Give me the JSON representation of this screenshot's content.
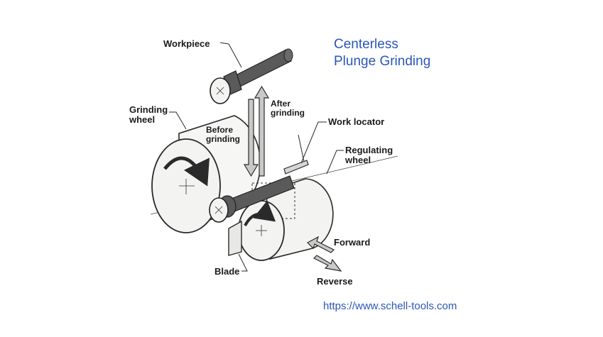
{
  "title_lines": [
    "Centerless",
    "Plunge Grinding"
  ],
  "labels": {
    "workpiece": "Workpiece",
    "grinding_wheel": [
      "Grinding",
      "wheel"
    ],
    "before_grinding": [
      "Before",
      "grinding"
    ],
    "after_grinding": [
      "After",
      "grinding"
    ],
    "work_locator": "Work locator",
    "regulating_wheel": [
      "Regulating",
      "wheel"
    ],
    "blade": "Blade",
    "forward": "Forward",
    "reverse": "Reverse"
  },
  "url": "https://www.schell-tools.com",
  "colors": {
    "title": "#2b56b8",
    "line": "#2a2a2a",
    "rod": "#5a5a5a",
    "face": "#f3f3f1"
  }
}
